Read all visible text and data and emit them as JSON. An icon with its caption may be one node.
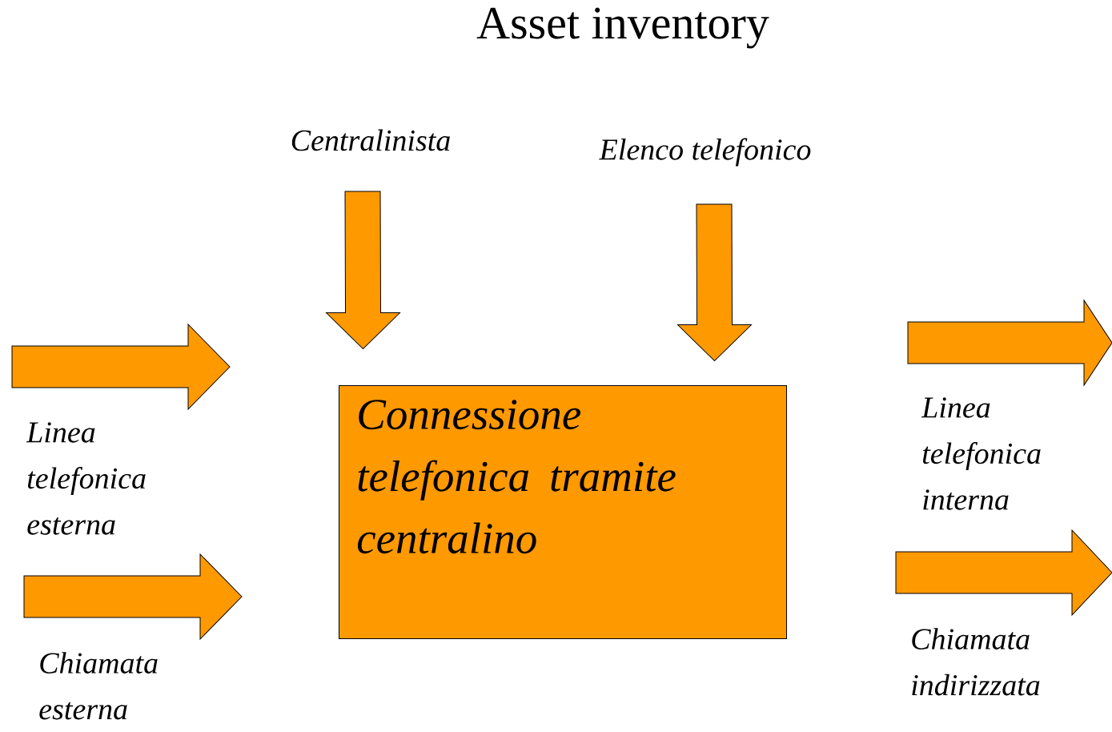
{
  "diagram": {
    "title": "Asset inventory",
    "nodes": [
      {
        "text": [
          "Centralinista"
        ]
      },
      {
        "text": [
          "Elenco telefonico"
        ]
      },
      {
        "text": [
          "Connessione telefonica tramite centralino"
        ]
      }
    ],
    "edges": [
      {
        "from": 0,
        "to": 2,
        "arrow": "to"
      },
      {
        "from": 1,
        "to": 2,
        "arrow": "to"
      }
    ],
    "labels": [
      "Linea telefonica esterna",
      "Chiamata esterna",
      "Linea telefonica interna",
      "Chiamata indirizzata"
    ]
  }
}
